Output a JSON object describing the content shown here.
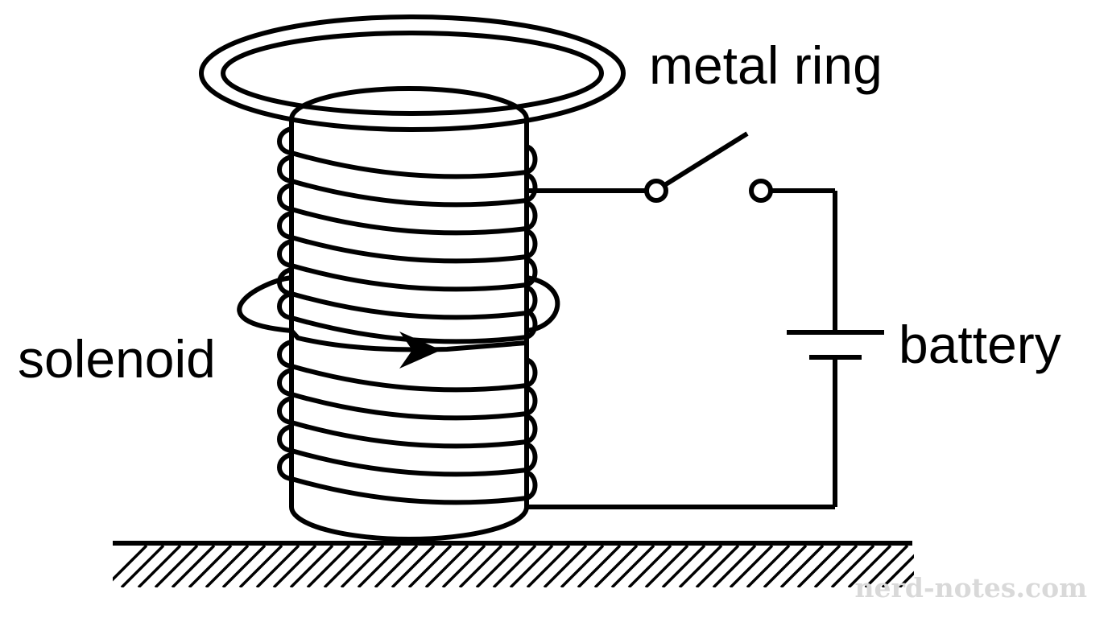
{
  "diagram": {
    "labels": {
      "metal_ring": "metal ring",
      "solenoid": "solenoid",
      "battery": "battery"
    },
    "watermark": "nerd-notes.com",
    "colors": {
      "line": "#000000",
      "background": "#ffffff",
      "watermark": "#d9d9d9"
    }
  }
}
